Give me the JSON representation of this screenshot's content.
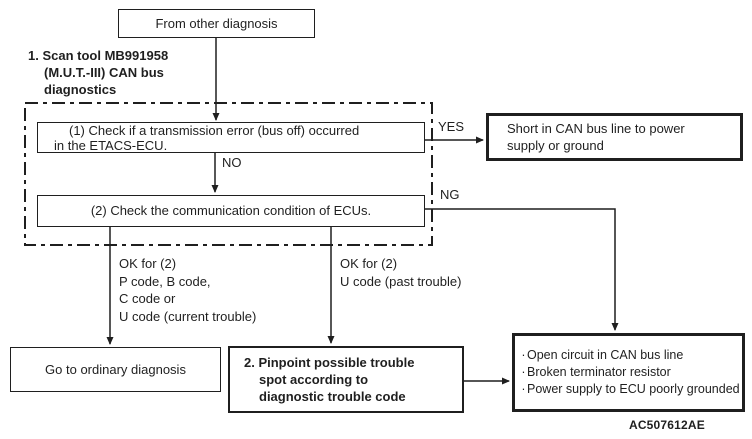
{
  "diagram": {
    "figure_code": "AC507612AE",
    "step_note": {
      "lines": [
        "1. Scan tool MB991958",
        "(M.U.T.-III) CAN bus",
        "diagnostics"
      ]
    },
    "nodes": {
      "start": {
        "label": "From other diagnosis"
      },
      "check1": {
        "lines": [
          "(1) Check if a transmission error (bus off) occurred",
          "in the ETACS-ECU."
        ]
      },
      "check2": {
        "label": "(2) Check the communication condition of ECUs."
      },
      "result_short": {
        "lines": [
          "Short in CAN bus line to power",
          "supply or ground"
        ]
      },
      "ordinary": {
        "label": "Go to ordinary diagnosis"
      },
      "pinpoint": {
        "lines": [
          "2. Pinpoint possible trouble",
          "spot according to",
          "diagnostic trouble code"
        ]
      },
      "result_open": {
        "bullet": "·",
        "items": [
          "Open circuit in CAN bus line",
          "Broken terminator resistor",
          "Power supply to ECU poorly grounded"
        ]
      }
    },
    "edge_labels": {
      "yes": "YES",
      "no": "NO",
      "ng": "NG",
      "branch_current": [
        "OK for (2)",
        "P code, B code,",
        "C code or",
        "U code (current trouble)"
      ],
      "branch_past": [
        "OK for (2)",
        "U code (past trouble)"
      ]
    },
    "colors": {
      "ink": "#1f1f1f",
      "background": "#ffffff"
    }
  }
}
